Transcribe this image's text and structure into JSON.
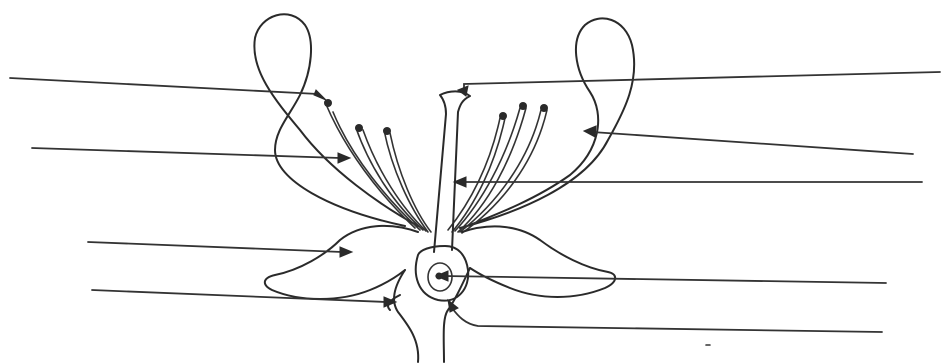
{
  "diagram": {
    "description_visible_text": "",
    "ink_color": "#2a2a2a",
    "background_color": "#ffffff",
    "parts": [
      "left-petal",
      "right-petal",
      "stamens",
      "style-and-stigma",
      "left-sepal",
      "right-sepal",
      "ovary",
      "receptacle",
      "pedicel"
    ],
    "blank_label_lines": {
      "left": [
        "leader-1",
        "leader-2",
        "leader-3",
        "leader-4"
      ],
      "right": [
        "leader-5",
        "leader-6",
        "leader-7",
        "leader-8",
        "leader-9"
      ]
    }
  }
}
